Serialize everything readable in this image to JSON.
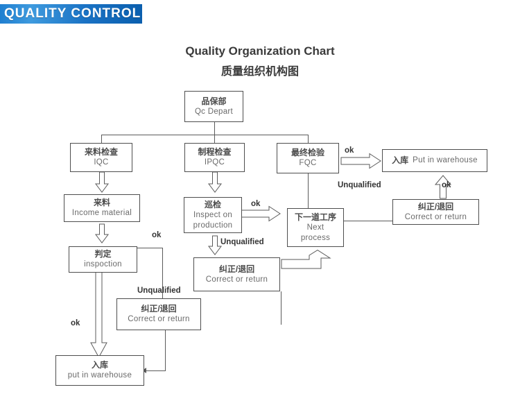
{
  "banner": {
    "text": "QUALITY  CONTROL",
    "color": "#1a72c4"
  },
  "title": {
    "english": "Quality Organization Chart",
    "chinese": "质量组织机构图"
  },
  "chart_data": {
    "type": "diagram",
    "title": "Quality Organization Chart",
    "nodes": [
      {
        "id": "qc-depart",
        "cn": "品保部",
        "en": "Qc Depart"
      },
      {
        "id": "iqc",
        "cn": "来料检查",
        "en": "IQC"
      },
      {
        "id": "ipqc",
        "cn": "制程检查",
        "en": "IPQC"
      },
      {
        "id": "fqc",
        "cn": "最终检验",
        "en": "FQC"
      },
      {
        "id": "warehouse-top",
        "cn": "入库",
        "en": "Put in warehouse"
      },
      {
        "id": "income",
        "cn": "来料",
        "en": "Income  material"
      },
      {
        "id": "patrol",
        "cn": "巡检",
        "en": "Inspect on",
        "en2": "production"
      },
      {
        "id": "next-process",
        "cn": "下一道工序",
        "en": "Next",
        "en2": "process"
      },
      {
        "id": "correct-right",
        "cn": "纠正/退回",
        "en": "Correct  or  return"
      },
      {
        "id": "inspection",
        "cn": "判定",
        "en": "inspoction"
      },
      {
        "id": "correct-mid",
        "cn": "纠正/退回",
        "en": "Correct  or  return"
      },
      {
        "id": "correct-left",
        "cn": "纠正/退回",
        "en": "Correct  or  return"
      },
      {
        "id": "warehouse-bot",
        "cn": "入库",
        "en": "put  in  warehouse"
      }
    ],
    "edge_labels": {
      "fqc_ok": "ok",
      "fqc_unqualified": "Unqualified",
      "correct_right_ok": "ok",
      "patrol_ok": "ok",
      "patrol_unqualified": "Unqualified",
      "inspection_ok": "ok",
      "inspection_unqualified": "Unqualified",
      "warehouse_ok": "ok"
    }
  }
}
